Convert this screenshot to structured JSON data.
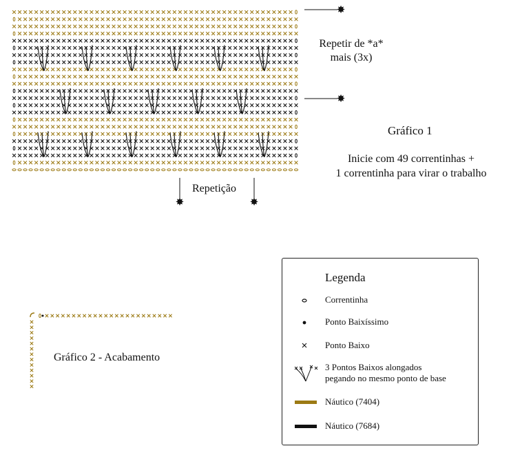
{
  "chart1": {
    "repeat_text_line1": "Repetir de *a*",
    "repeat_text_line2": "mais (3x)",
    "title": "Gráfico 1",
    "start_line1": "Inicie com 49 correntinhas +",
    "start_line2": "1 correntinha para virar o trabalho",
    "repetition_label": "Repetição",
    "star_glyph": "✸",
    "colors": {
      "gold": "#9c7a14",
      "black": "#111111"
    }
  },
  "chart2": {
    "title": "Gráfico 2 - Acabamento"
  },
  "legend": {
    "title": "Legenda",
    "items": [
      {
        "symbol": "chain-icon",
        "label": "Correntinha"
      },
      {
        "symbol": "slip-stitch-icon",
        "label": "Ponto Baixíssimo"
      },
      {
        "symbol": "single-crochet-icon",
        "label": "Ponto Baixo"
      },
      {
        "symbol": "elongated-sc-icon",
        "label_line1": "3 Pontos Baixos alongados",
        "label_line2": "pegando no mesmo ponto de base"
      },
      {
        "symbol": "gold-swatch",
        "label": "Náutico (7404)",
        "color": "#9c7a14"
      },
      {
        "symbol": "black-swatch",
        "label": "Náutico (7684)",
        "color": "#111111"
      }
    ]
  }
}
